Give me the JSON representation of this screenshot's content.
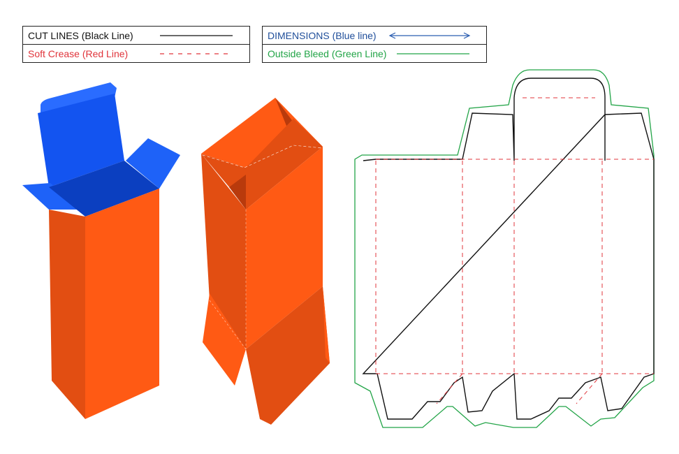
{
  "legend": {
    "cut_lines": {
      "label": "CUT LINES (Black Line)",
      "color": "#111111",
      "style": "solid"
    },
    "soft_crease": {
      "label": "Soft Crease (Red Line)",
      "color": "#e0343b",
      "style": "dashed"
    },
    "dimensions": {
      "label": "DIMENSIONS (Blue line)",
      "color": "#1f4e9a",
      "style": "double-arrow"
    },
    "outside_bleed": {
      "label": "Outside Bleed (Green Line)",
      "color": "#22a447",
      "style": "solid"
    }
  },
  "colors": {
    "box_orange_front": "#ff5a14",
    "box_orange_side": "#e24e12",
    "box_orange_dark": "#b93a0c",
    "box_blue": "#1354f0",
    "box_blue_light": "#2a6cff",
    "box_blue_dark": "#0b3fc0"
  }
}
